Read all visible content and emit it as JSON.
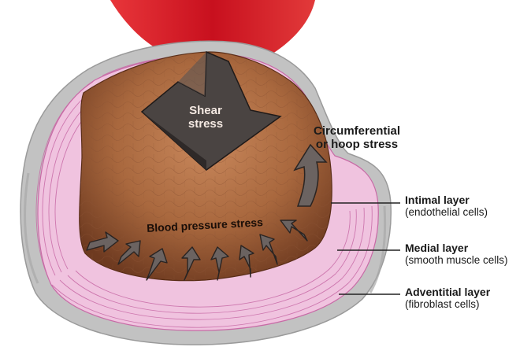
{
  "diagram": {
    "shear_label_line1": "Shear",
    "shear_label_line2": "stress",
    "hoop_label_line1": "Circumferential",
    "hoop_label_line2": "or hoop stress",
    "blood_pressure_label": "Blood pressure stress",
    "layers": [
      {
        "title": "Intimal layer",
        "subtitle": "(endothelial cells)"
      },
      {
        "title": "Medial layer",
        "subtitle": "(smooth muscle cells)"
      },
      {
        "title": "Adventitial layer",
        "subtitle": "(fibroblast cells)"
      }
    ],
    "colors": {
      "adventitia": "#c2c2c2",
      "media": "#f0c3df",
      "media_lines": "#c86aa6",
      "lumen_edge": "#7a4528",
      "lumen_center": "#c9885c",
      "vessel_red": "#d81e2a",
      "arrow_fill": "#6b6361",
      "arrow_edge": "#2a2422"
    }
  }
}
